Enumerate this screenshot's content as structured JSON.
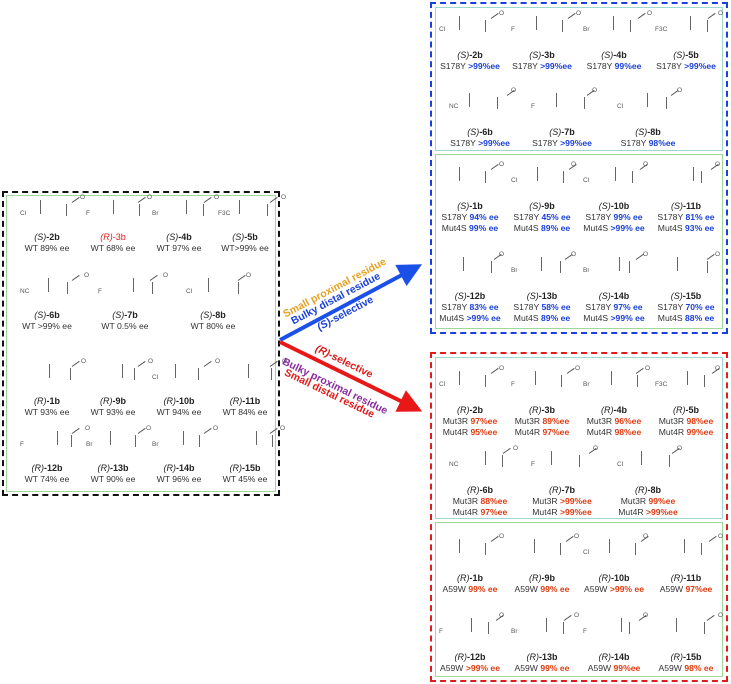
{
  "left": {
    "cells": [
      {
        "cfg": "(S)",
        "id": "-2b",
        "line1": "WT 89% ee",
        "red": false
      },
      {
        "cfg": "(R)",
        "id": "-3b",
        "line1": "WT 68% ee",
        "red": true
      },
      {
        "cfg": "(S)",
        "id": "-4b",
        "line1": "WT 97% ee",
        "red": false
      },
      {
        "cfg": "(S)",
        "id": "-5b",
        "line1": "WT>99% ee",
        "red": false
      },
      {
        "cfg": "(S)",
        "id": "-6b",
        "line1": "WT >99% ee",
        "red": false
      },
      {
        "cfg": "(S)",
        "id": "-7b",
        "line1": "WT 0.5% ee",
        "red": false
      },
      {
        "cfg": "(S)",
        "id": "-8b",
        "line1": "WT 80% ee",
        "red": false
      },
      {
        "cfg": "(R)",
        "id": "-1b",
        "line1": "WT 93% ee",
        "red": false
      },
      {
        "cfg": "(R)",
        "id": "-9b",
        "line1": "WT 93% ee",
        "red": false
      },
      {
        "cfg": "(R)",
        "id": "-10b",
        "line1": "WT 94% ee",
        "red": false
      },
      {
        "cfg": "(R)",
        "id": "-11b",
        "line1": "WT 84% ee",
        "red": false
      },
      {
        "cfg": "(R)",
        "id": "-12b",
        "line1": "WT 74% ee",
        "red": false
      },
      {
        "cfg": "(R)",
        "id": "-13b",
        "line1": "WT 90% ee",
        "red": false
      },
      {
        "cfg": "(R)",
        "id": "-14b",
        "line1": "WT 96% ee",
        "red": false
      },
      {
        "cfg": "(R)",
        "id": "-15b",
        "line1": "WT 45% ee",
        "red": false
      }
    ]
  },
  "arrows": {
    "s_line1": "Small proximal residue",
    "s_line2": "Bulky distal residue",
    "s_line3_cfg": "(S)",
    "s_line3": "-selective",
    "r_line1_cfg": "(R)",
    "r_line1": "-selective",
    "r_line2": "Bulky proximal residue",
    "r_line3": "Small distal residue",
    "colors": {
      "s_line1": "#e8a020",
      "s_line2": "#1a40d8",
      "s_arrow": "#1a50e8",
      "r_line1": "#e01818",
      "r_line2": "#8a2aa0",
      "r_line3": "#e01818",
      "r_arrow": "#e81818"
    }
  },
  "blue": {
    "top": [
      {
        "cfg": "(S)",
        "id": "-2b",
        "lab": "S178Y",
        "val": ">99%ee"
      },
      {
        "cfg": "(S)",
        "id": "-3b",
        "lab": "S178Y",
        "val": ">99%ee"
      },
      {
        "cfg": "(S)",
        "id": "-4b",
        "lab": "S178Y",
        "val": "99%ee"
      },
      {
        "cfg": "(S)",
        "id": "-5b",
        "lab": "S178Y",
        "val": ">99%ee"
      },
      {
        "cfg": "(S)",
        "id": "-6b",
        "lab": "S178Y",
        "val": ">99%ee"
      },
      {
        "cfg": "(S)",
        "id": "-7b",
        "lab": "S178Y",
        "val": ">99%ee"
      },
      {
        "cfg": "(S)",
        "id": "-8b",
        "lab": "S178Y",
        "val": "98%ee"
      }
    ],
    "bottom": [
      {
        "cfg": "(S)",
        "id": "-1b",
        "lab1": "S178Y",
        "val1": "94% ee",
        "lab2": "Mut4S",
        "val2": "99% ee"
      },
      {
        "cfg": "(S)",
        "id": "-9b",
        "lab1": "S178Y",
        "val1": "45% ee",
        "lab2": "Mut4S",
        "val2": "89% ee"
      },
      {
        "cfg": "(S)",
        "id": "-10b",
        "lab1": "S178Y",
        "val1": "99% ee",
        "lab2": "Mut4S",
        "val2": ">99% ee"
      },
      {
        "cfg": "(S)",
        "id": "-11b",
        "lab1": "S178Y",
        "val1": "81% ee",
        "lab2": "Mut4S",
        "val2": "93% ee"
      },
      {
        "cfg": "(S)",
        "id": "-12b",
        "lab1": "S178Y",
        "val1": "83% ee",
        "lab2": "Mut4S",
        "val2": ">99% ee"
      },
      {
        "cfg": "(S)",
        "id": "-13b",
        "lab1": "S178Y",
        "val1": "58% ee",
        "lab2": "Mut4S",
        "val2": "89% ee"
      },
      {
        "cfg": "(S)",
        "id": "-14b",
        "lab1": "S178Y",
        "val1": "97% ee",
        "lab2": "Mut4S",
        "val2": ">99% ee"
      },
      {
        "cfg": "(S)",
        "id": "-15b",
        "lab1": "S178Y",
        "val1": "70% ee",
        "lab2": "Mut4S",
        "val2": "88% ee"
      }
    ]
  },
  "red": {
    "top": [
      {
        "cfg": "(R)",
        "id": "-2b",
        "lab1": "Mut3R",
        "val1": "97%ee",
        "lab2": "Mut4R",
        "val2": "95%ee"
      },
      {
        "cfg": "(R)",
        "id": "-3b",
        "lab1": "Mut3R",
        "val1": "89%ee",
        "lab2": "Mut4R",
        "val2": "97%ee"
      },
      {
        "cfg": "(R)",
        "id": "-4b",
        "lab1": "Mut3R",
        "val1": "96%ee",
        "lab2": "Mut4R",
        "val2": "98%ee"
      },
      {
        "cfg": "(R)",
        "id": "-5b",
        "lab1": "Mut3R",
        "val1": "98%ee",
        "lab2": "Mut4R",
        "val2": "99%ee"
      },
      {
        "cfg": "(R)",
        "id": "-6b",
        "lab1": "Mut3R",
        "val1": "88%ee",
        "lab2": "Mut4R",
        "val2": "97%ee"
      },
      {
        "cfg": "(R)",
        "id": "-7b",
        "lab1": "Mut3R",
        "val1": ">99%ee",
        "lab2": "Mut4R",
        "val2": ">99%ee"
      },
      {
        "cfg": "(R)",
        "id": "-8b",
        "lab1": "Mut3R",
        "val1": "99%ee",
        "lab2": "Mut4R",
        "val2": ">99%ee"
      }
    ],
    "bottom": [
      {
        "cfg": "(R)",
        "id": "-1b",
        "lab": "A59W",
        "val": "99% ee"
      },
      {
        "cfg": "(R)",
        "id": "-9b",
        "lab": "A59W",
        "val": "99% ee"
      },
      {
        "cfg": "(R)",
        "id": "-10b",
        "lab": "A59W",
        "val": ">99% ee"
      },
      {
        "cfg": "(R)",
        "id": "-11b",
        "lab": "A59W",
        "val": "97%ee"
      },
      {
        "cfg": "(R)",
        "id": "-12b",
        "lab": "A59W",
        "val": ">99% ee"
      },
      {
        "cfg": "(R)",
        "id": "-13b",
        "lab": "A59W",
        "val": "99% ee"
      },
      {
        "cfg": "(R)",
        "id": "-14b",
        "lab": "A59W",
        "val": "99%ee"
      },
      {
        "cfg": "(R)",
        "id": "-15b",
        "lab": "A59W",
        "val": "98% ee"
      }
    ]
  },
  "atoms": {
    "o": "O",
    "cl": "Cl",
    "br": "Br",
    "nc": "NC",
    "f3c": "F3C",
    "f": "F"
  },
  "colors": {
    "black_border": "#111111",
    "blue_border": "#1a40e0",
    "red_border": "#e01c1c",
    "blue_value": "#1a40d8",
    "red_value": "#e03a10",
    "teal_inner": "#9fd8d0",
    "green_inner": "#9ed89a"
  }
}
